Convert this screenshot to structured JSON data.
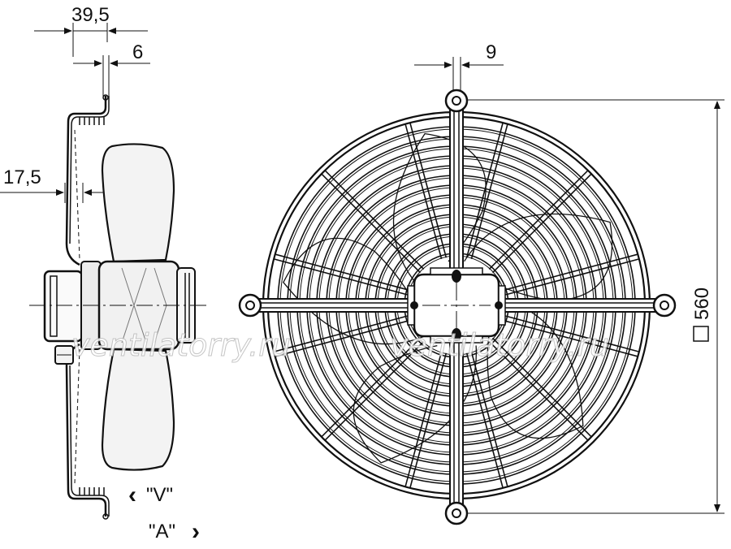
{
  "dimensions": {
    "total_depth": "39,5",
    "flange_offset": "6",
    "flange_to_blade": "17,5",
    "bracket_width": "9",
    "square_size": "560"
  },
  "airflow_labels": {
    "v_label": "\"V\"",
    "v_arrow": "‹",
    "a_label": "\"A\"",
    "a_arrow": "›"
  },
  "watermark": {
    "left": "ventilatorry.ru",
    "right": "ventilatorry.ru"
  }
}
